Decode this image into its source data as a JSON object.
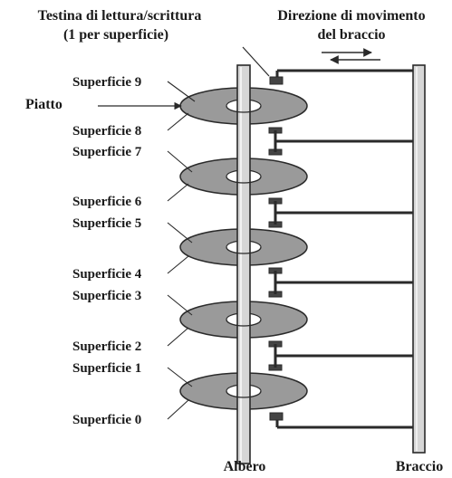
{
  "labels": {
    "head_title_line1": "Testina di lettura/scrittura",
    "head_title_line2": "(1 per superficie)",
    "direction_line1": "Direzione di movimento",
    "direction_line2": "del braccio",
    "piatto": "Piatto",
    "albero": "Albero",
    "braccio": "Braccio"
  },
  "surfaces": [
    "Superficie 9",
    "Superficie 8",
    "Superficie 7",
    "Superficie 6",
    "Superficie 5",
    "Superficie 4",
    "Superficie 3",
    "Superficie 2",
    "Superficie 1",
    "Superficie 0"
  ],
  "colors": {
    "platter_fill": "#9a9a9a",
    "platter_hub": "#ffffff",
    "spindle_fill": "#d6d6d6",
    "arm_fill": "#d6d6d6",
    "head_fill": "#444444",
    "line": "#2a2a2a"
  }
}
